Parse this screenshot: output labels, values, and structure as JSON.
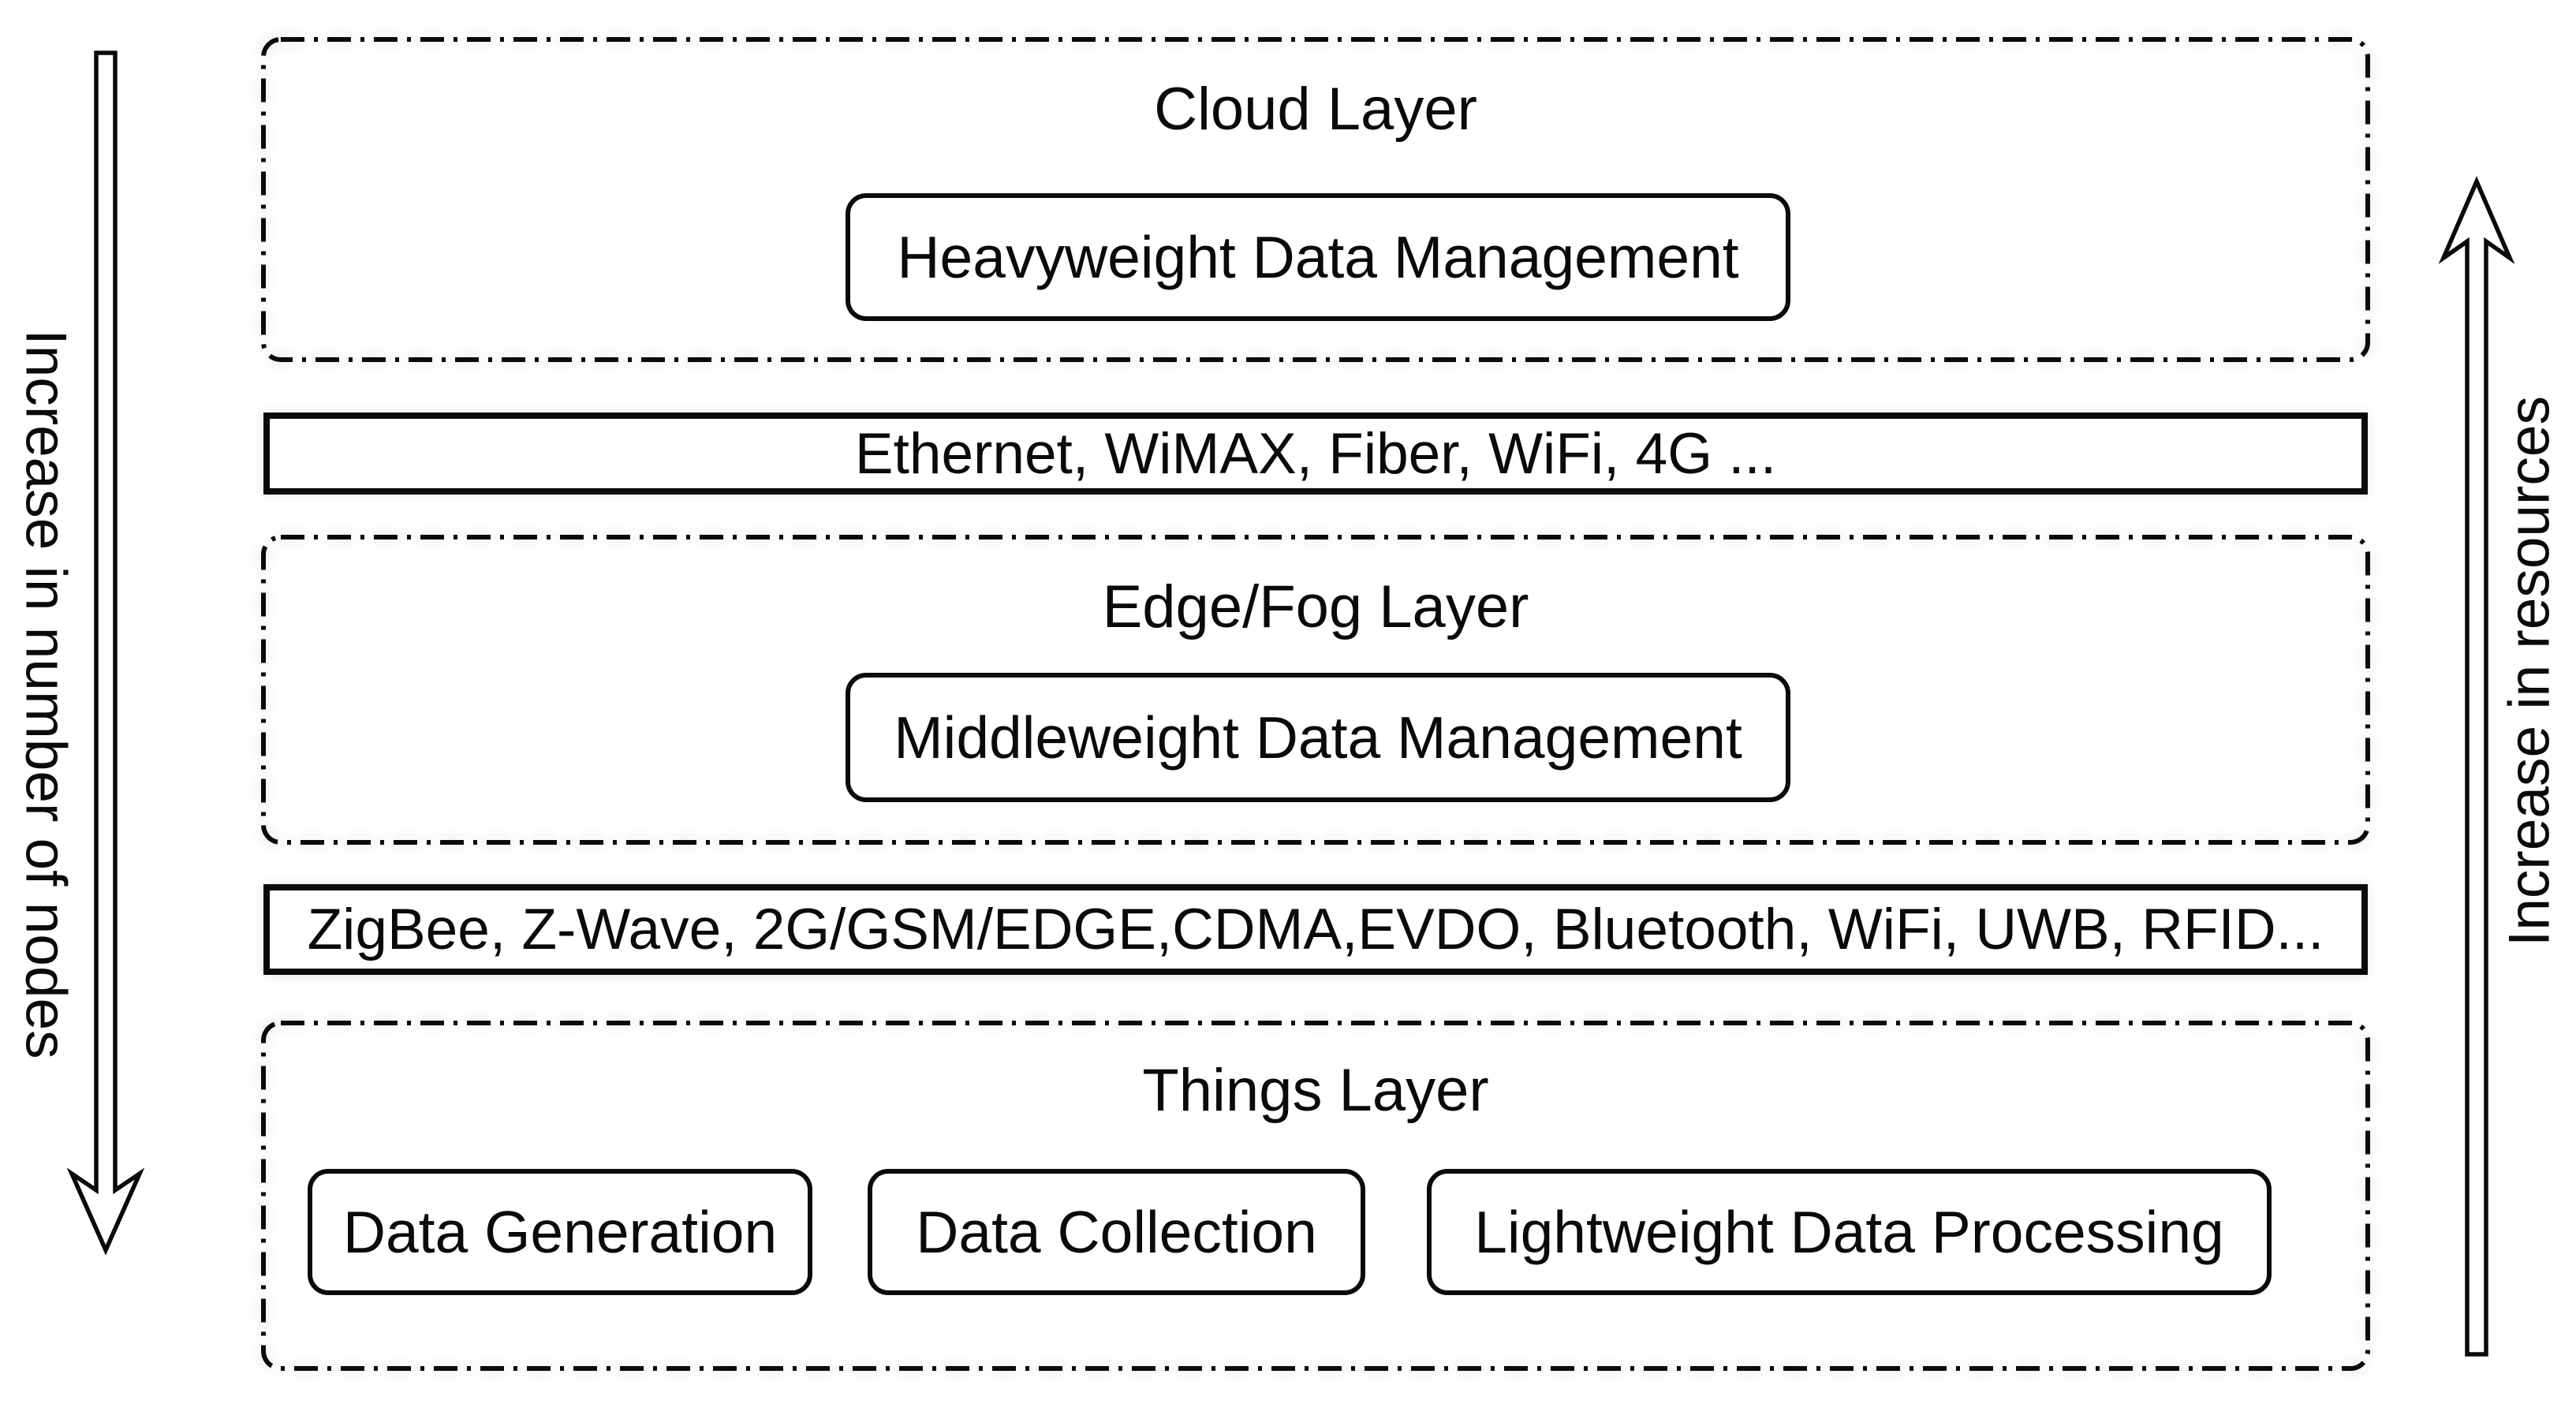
{
  "diagram": {
    "side_labels": {
      "left": "Increase in number of nodes",
      "right": "Increase in resources"
    },
    "layers": [
      {
        "title": "Cloud Layer",
        "boxes": [
          "Heavyweight Data Management"
        ]
      },
      {
        "title": "Edge/Fog Layer",
        "boxes": [
          "Middleweight Data Management"
        ]
      },
      {
        "title": "Things Layer",
        "boxes": [
          "Data Generation",
          "Data Collection",
          "Lightweight Data Processing"
        ]
      }
    ],
    "connections": [
      {
        "label": "Ethernet, WiMAX, Fiber, WiFi, 4G ..."
      },
      {
        "label": "ZigBee, Z-Wave, 2G/GSM/EDGE,CDMA,EVDO, Bluetooth, WiFi, UWB, RFID..."
      }
    ],
    "colors": {
      "ink": "#0a0a0a",
      "background": "#ffffff"
    }
  }
}
